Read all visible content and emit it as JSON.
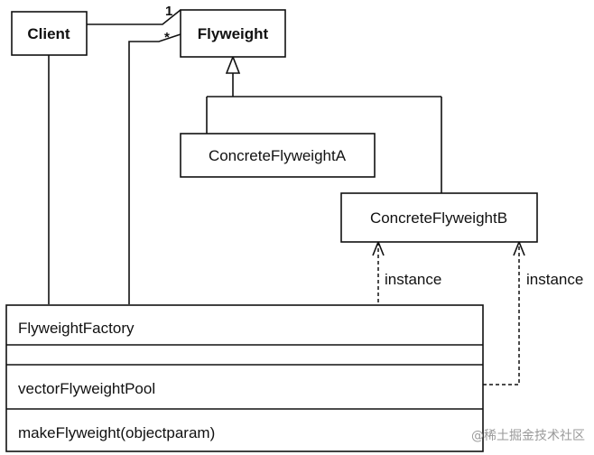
{
  "classes": {
    "client": "Client",
    "flyweight": "Flyweight",
    "concrete_a": "ConcreteFlyweightA",
    "concrete_b": "ConcreteFlyweightB",
    "factory": {
      "name": "FlyweightFactory",
      "attribute": "vectorFlyweightPool",
      "operation": "makeFlyweight(objectparam)"
    }
  },
  "multiplicity": {
    "one": "1",
    "many": "*"
  },
  "relations": {
    "instance_left": "instance",
    "instance_right": "instance"
  },
  "watermark": "@稀土掘金技术社区"
}
